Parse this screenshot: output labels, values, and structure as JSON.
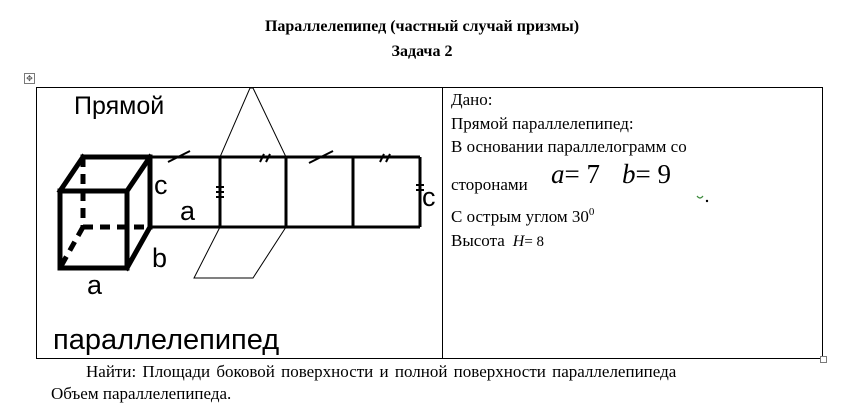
{
  "heading": {
    "title": "Параллелепипед (частный случай призмы)",
    "subtitle": "Задача 2"
  },
  "figure": {
    "label_top": "Прямой",
    "label_bottom": "параллелепипед",
    "edge_c": "c",
    "edge_a_net": "a",
    "edge_b": "b",
    "edge_a": "a",
    "edge_c_right": "c"
  },
  "given": {
    "heading": "Дано:",
    "line1": "Прямой параллелепипед:",
    "line2": "В основании параллелограмм со",
    "line3_prefix": "сторонами",
    "a_var": "a",
    "eq1": "= 7",
    "b_var": "b",
    "eq2": "= 9",
    "line4_prefix": "С  острым углом 30",
    "angle_sup": "0",
    "line5_prefix": "Высота",
    "h_var": "H",
    "h_value": "= 8"
  },
  "find": {
    "line1": "Найти: Площади боковой поверхности и полной поверхности параллелепипеда",
    "line2": "Объем параллелепипеда."
  }
}
